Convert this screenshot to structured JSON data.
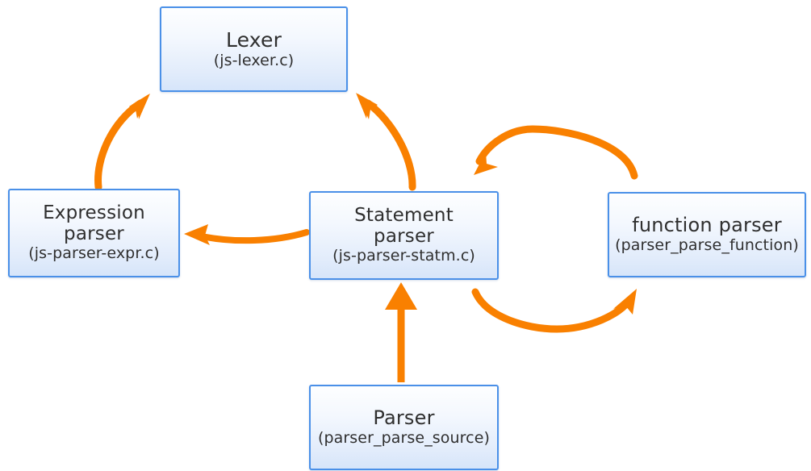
{
  "diagram": {
    "title": "JS engine parser component relationships",
    "background_color": "#ffffff",
    "box_border_color": "#4a90e8",
    "box_fill_color": "#e2ecfb",
    "arrow_color": "#f98000",
    "text_color": "#2f2f2f",
    "nodes": [
      {
        "id": "lexer",
        "title": "Lexer",
        "subtitle": "(js-lexer.c)"
      },
      {
        "id": "expression-parser",
        "title": "Expression\nparser",
        "subtitle": "(js-parser-expr.c)"
      },
      {
        "id": "statement-parser",
        "title": "Statement\nparser",
        "subtitle": "(js-parser-statm.c)"
      },
      {
        "id": "function-parser",
        "title": "function parser",
        "subtitle": "(parser_parse_function)"
      },
      {
        "id": "parser",
        "title": "Parser",
        "subtitle": "(parser_parse_source)"
      }
    ],
    "edges": [
      {
        "id": "expr-to-lexer",
        "from": "expression-parser",
        "to": "lexer",
        "style": "curved"
      },
      {
        "id": "statement-to-lexer",
        "from": "statement-parser",
        "to": "lexer",
        "style": "curved"
      },
      {
        "id": "statement-to-expr",
        "from": "statement-parser",
        "to": "expression-parser",
        "style": "curved"
      },
      {
        "id": "function-to-statement",
        "from": "function-parser",
        "to": "statement-parser",
        "style": "arc-over"
      },
      {
        "id": "statement-to-function",
        "from": "statement-parser",
        "to": "function-parser",
        "style": "arc-under"
      },
      {
        "id": "parser-to-statement",
        "from": "parser",
        "to": "statement-parser",
        "style": "straight"
      }
    ]
  }
}
